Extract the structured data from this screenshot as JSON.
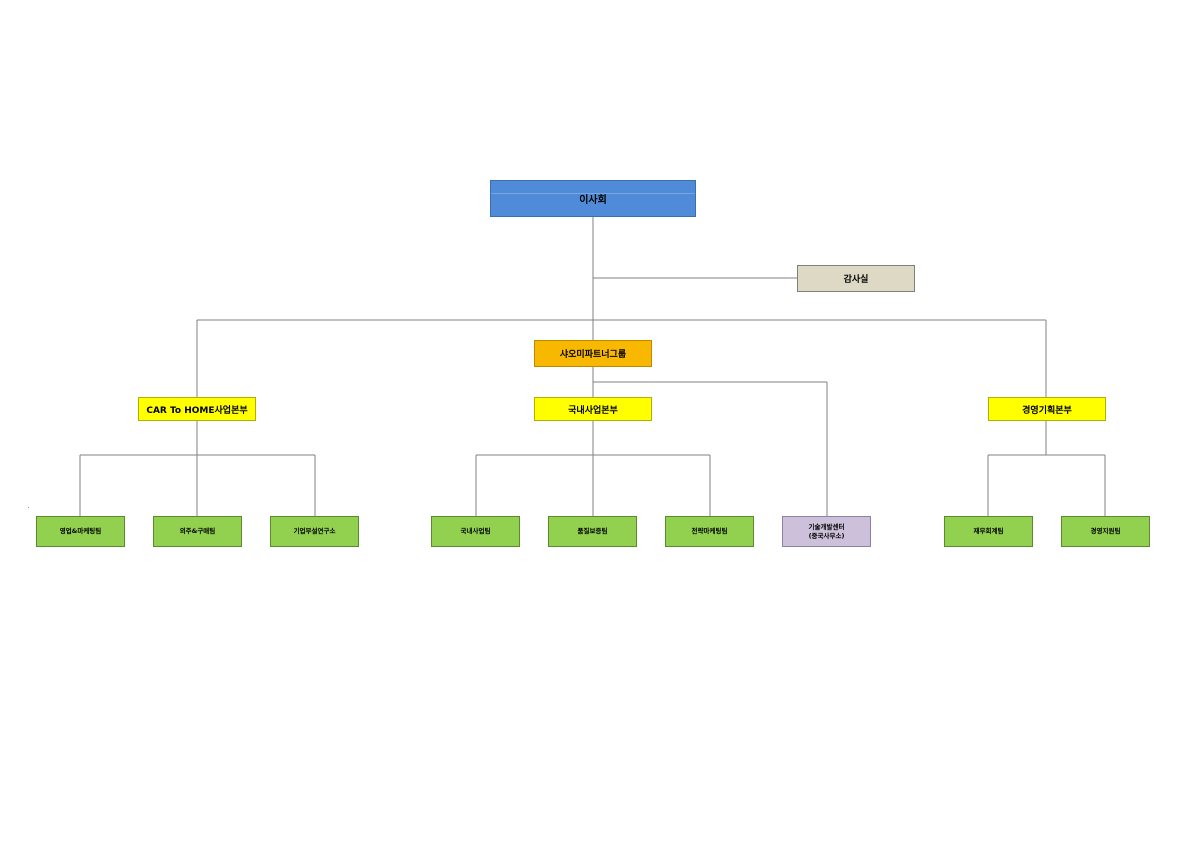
{
  "board": "이사회",
  "audit": "감사실",
  "group": "샤오미파트너그룹",
  "divisions": {
    "car_to_home": "CAR To HOME사업본부",
    "domestic": "국내사업본부",
    "management": "경영기획본부"
  },
  "teams": {
    "sales_marketing": "영업&마케팅팀",
    "outsourcing_purchasing": "외주&구매팀",
    "research_institute": "기업부설연구소",
    "domestic_business": "국내사업팀",
    "quality_assurance": "품질보증팀",
    "strategic_marketing": "전략마케팅팀",
    "tech_center_line1": "기술개발센터",
    "tech_center_line2": "(중국사무소)",
    "finance_accounting": "재무회계팀",
    "management_support": "경영지원팀"
  }
}
